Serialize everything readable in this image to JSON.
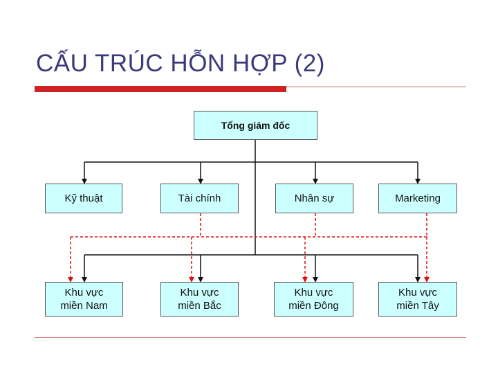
{
  "slide": {
    "title": "CẤU TRÚC HỖN HỢP (2)"
  },
  "org": {
    "ceo": "Tổng giám đốc",
    "functions": [
      "Kỹ thuật",
      "Tài chính",
      "Nhân sự",
      "Marketing"
    ],
    "regions": [
      "Khu vực\nmiền Nam",
      "Khu vực\nmiền Bắc",
      "Khu vực\nmiền Đông",
      "Khu vực\nmiền Tây"
    ]
  },
  "colors": {
    "accent": "#cc2222",
    "box_fill": "#ccffff",
    "solid_line": "#111111",
    "dashed_line": "#dd1111"
  }
}
